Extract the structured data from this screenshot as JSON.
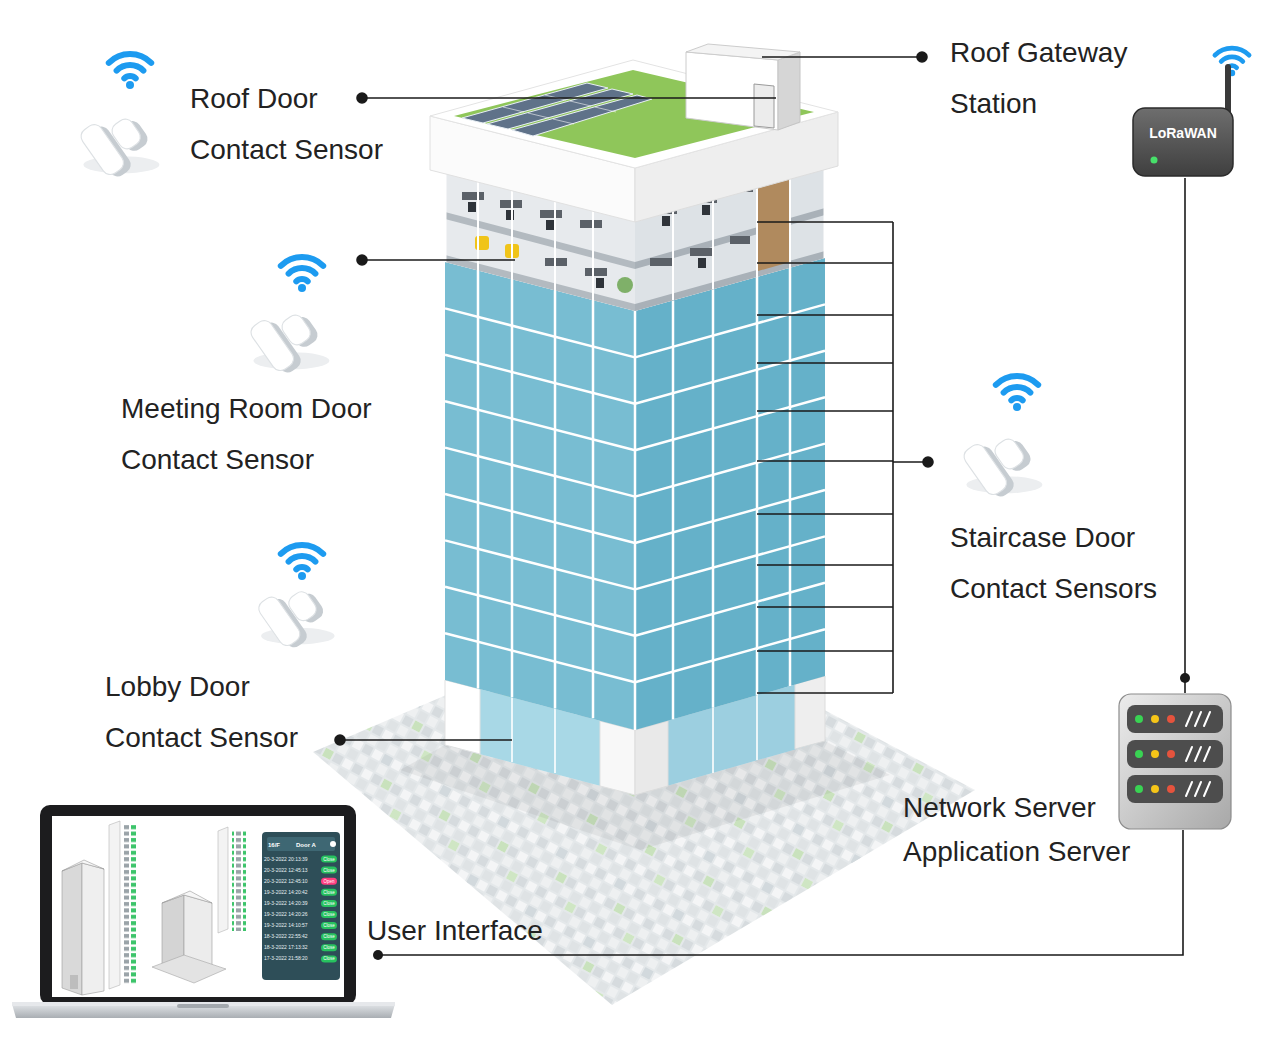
{
  "diagram": {
    "nodes": [
      {
        "text": [
          "LoRaWAN"
        ]
      },
      {
        "text": [
          "Network Server Application Server"
        ]
      },
      {
        "text": [
          "User Interface"
        ]
      }
    ],
    "edges": [
      {
        "from": 0,
        "to": 1,
        "arrow": "none"
      },
      {
        "from": 1,
        "to": 2,
        "arrow": "none"
      }
    ],
    "labels": [
      "Roof Door Contact Sensor",
      "Roof Gateway Station",
      "Meeting Room Door Contact Sensor",
      "Staircase Door Contact Sensors",
      "Lobby Door Contact Sensor",
      "16/F",
      "Door A",
      "20-3-2022 20:13:39",
      "Close",
      "20-3-2022 12:45:13",
      "Close",
      "20-3-2022 12:45:10",
      "Open",
      "19-3-2022 14:20:42",
      "Close",
      "19-3-2022 14:20:39",
      "Close",
      "19-3-2022 14:20:26",
      "Close",
      "19-3-2022 14:10:57",
      "Close",
      "18-3-2022 22:55:42",
      "Close",
      "18-3-2022 17:13:32",
      "Close",
      "17-3-2022 21:58:20",
      "Close"
    ]
  }
}
